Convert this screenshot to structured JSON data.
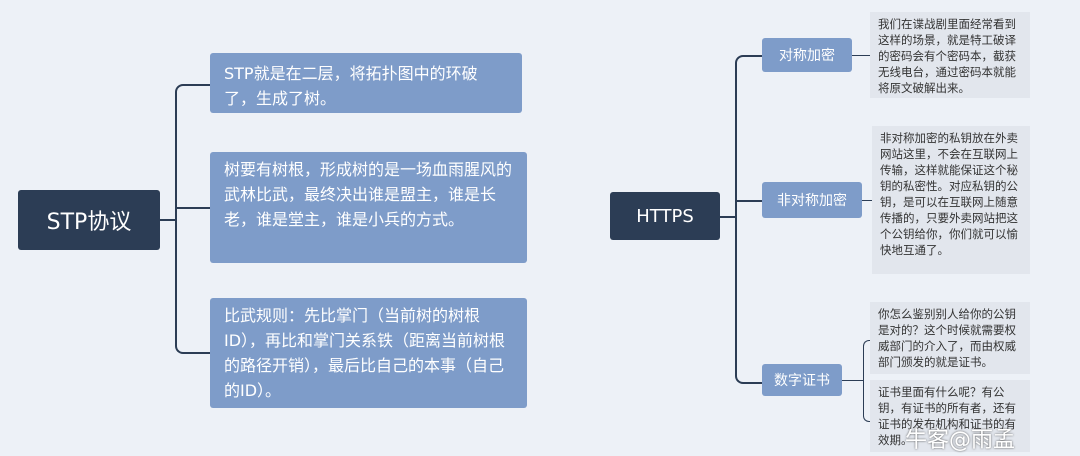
{
  "stp": {
    "root": "STP协议",
    "boxes": [
      "STP就是在二层，将拓扑图中的环破了，生成了树。",
      "树要有树根，形成树的是一场血雨腥风的武林比武，最终决出谁是盟主，谁是长老，谁是堂主，谁是小兵的方式。",
      "比武规则：先比掌门（当前树的树根ID），再比和掌门关系铁（距离当前树根的路径开销），最后比自己的本事（自己的ID）。"
    ]
  },
  "https": {
    "root": "HTTPS",
    "nodes": [
      "对称加密",
      "非对称加密",
      "数字证书"
    ],
    "notes": [
      "我们在谍战剧里面经常看到这样的场景，就是特工破译的密码会有个密码本，截获无线电台，通过密码本就能将原文破解出来。",
      "非对称加密的私钥放在外卖网站这里，不会在互联网上传输，这样就能保证这个秘钥的私密性。对应私钥的公钥，是可以在互联网上随意传播的，只要外卖网站把这个公钥给你，你们就可以愉快地互通了。",
      "你怎么鉴别别人给你的公钥是对的？这个时候就需要权威部门的介入了，而由权威部门颁发的就是证书。",
      "证书里面有什么呢？有公钥，有证书的所有者，还有证书的发布机构和证书的有效期。"
    ]
  },
  "watermark": "牛客@雨孟"
}
